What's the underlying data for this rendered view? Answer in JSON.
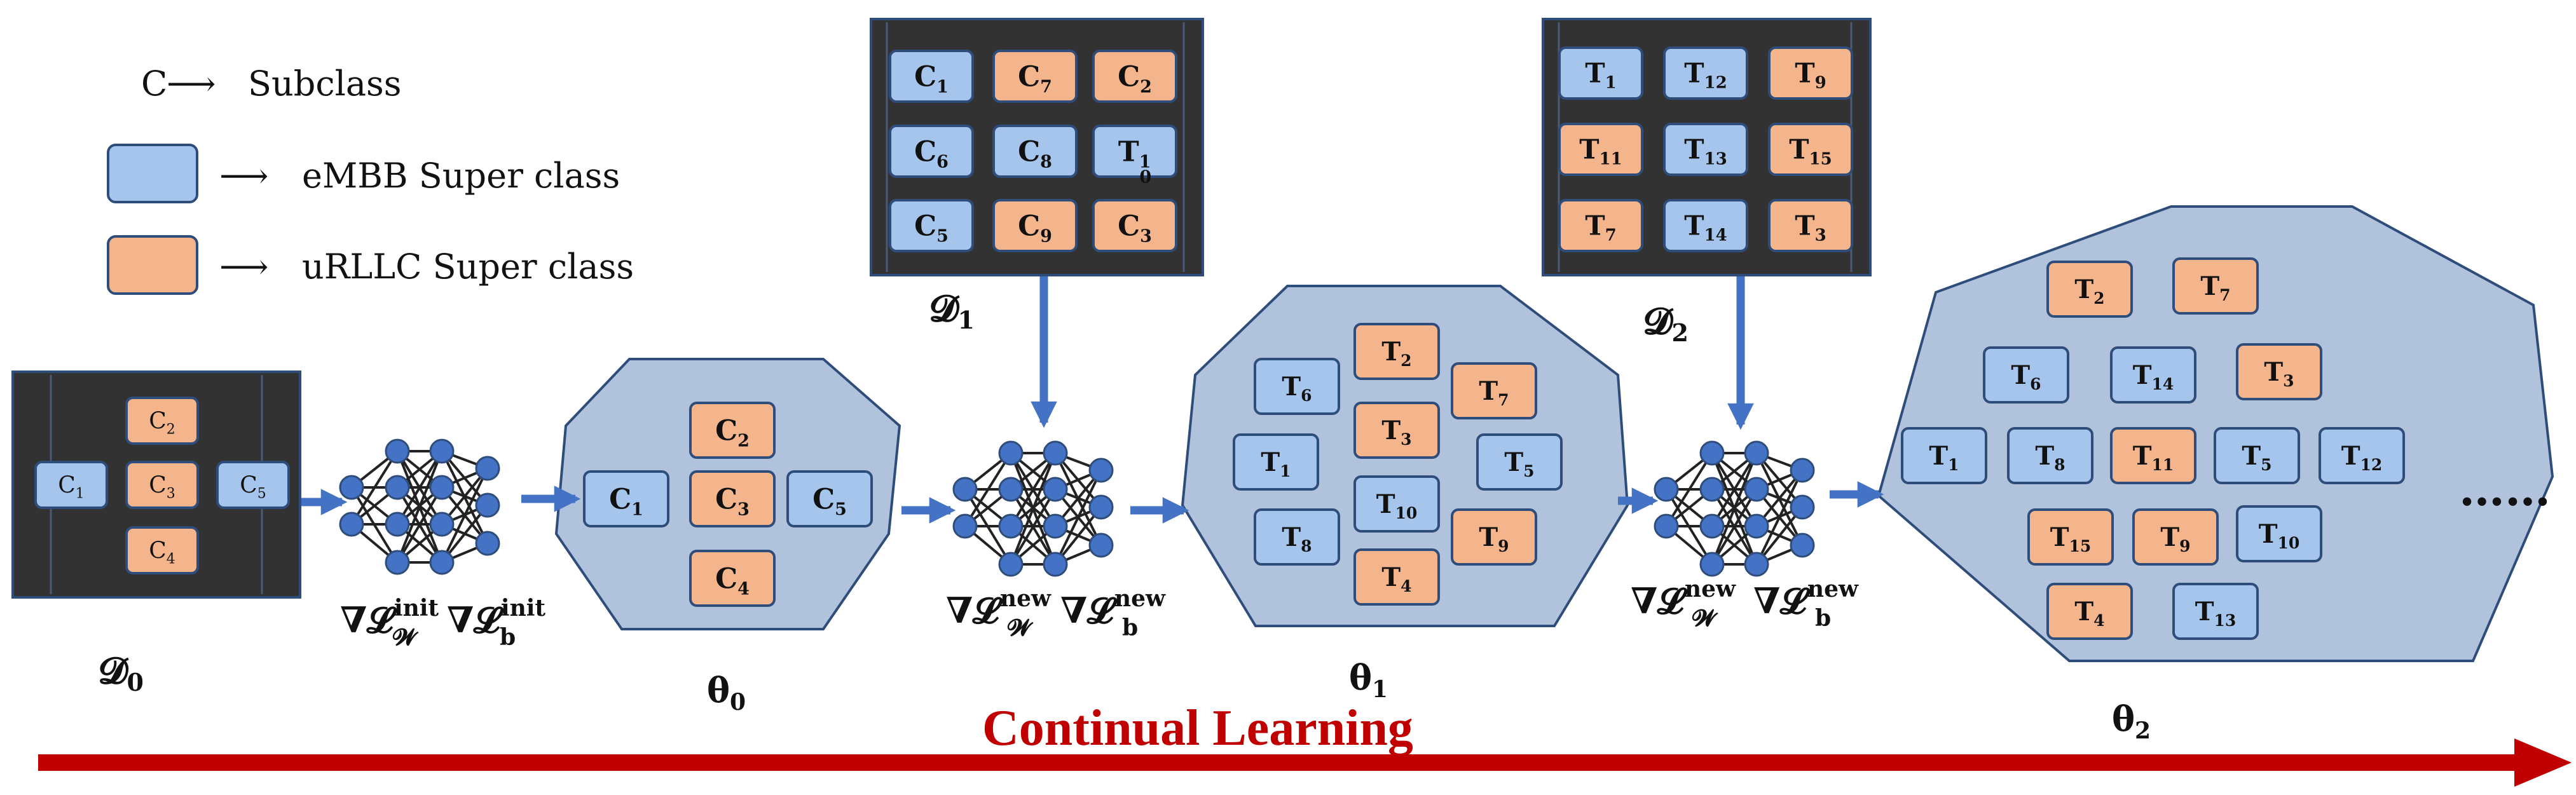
{
  "colors": {
    "embb": "#a6c5ec",
    "urllc": "#f5b58c",
    "tile_border": "#2f4d7a",
    "dark_bg": "#323232",
    "octagon_fill": "#b1c2dc",
    "octagon_border": "#2f4d7a",
    "arrow_blue": "#4472c4",
    "node": "#4472c4",
    "edge": "#222222",
    "timeline": "#c00000"
  },
  "legend": {
    "subclass_key": "C",
    "subclass_text": "Subclass",
    "embb_text": "eMBB Super class",
    "urllc_text": "uRLLC Super class"
  },
  "datasets": [
    {
      "id": "d0",
      "label_base": "𝓓",
      "label_sub": "0",
      "tiles": [
        {
          "b": "C",
          "s": "2",
          "k": "urllc"
        },
        {
          "b": "C",
          "s": "1",
          "k": "embb"
        },
        {
          "b": "C",
          "s": "3",
          "k": "urllc"
        },
        {
          "b": "C",
          "s": "5",
          "k": "embb"
        },
        {
          "b": "C",
          "s": "4",
          "k": "urllc"
        }
      ]
    },
    {
      "id": "d1",
      "label_base": "𝓓",
      "label_sub": "1",
      "tiles": [
        {
          "b": "C",
          "s": "1",
          "k": "embb"
        },
        {
          "b": "C",
          "s": "7",
          "k": "urllc"
        },
        {
          "b": "C",
          "s": "2",
          "k": "urllc"
        },
        {
          "b": "C",
          "s": "6",
          "k": "embb"
        },
        {
          "b": "C",
          "s": "8",
          "k": "embb"
        },
        {
          "b": "T",
          "s": "1",
          "s2": "0",
          "k": "embb"
        },
        {
          "b": "C",
          "s": "5",
          "k": "embb"
        },
        {
          "b": "C",
          "s": "9",
          "k": "urllc"
        },
        {
          "b": "C",
          "s": "3",
          "k": "urllc"
        }
      ]
    },
    {
      "id": "d2",
      "label_base": "𝓓",
      "label_sub": "2",
      "tiles": [
        {
          "b": "T",
          "s": "1",
          "k": "embb"
        },
        {
          "b": "T",
          "s": "12",
          "k": "embb"
        },
        {
          "b": "T",
          "s": "9",
          "k": "urllc"
        },
        {
          "b": "T",
          "s": "11",
          "k": "urllc"
        },
        {
          "b": "T",
          "s": "13",
          "k": "embb"
        },
        {
          "b": "T",
          "s": "15",
          "k": "urllc"
        },
        {
          "b": "T",
          "s": "7",
          "k": "urllc"
        },
        {
          "b": "T",
          "s": "14",
          "k": "embb"
        },
        {
          "b": "T",
          "s": "3",
          "k": "urllc"
        }
      ]
    }
  ],
  "networks": [
    {
      "id": "net0",
      "grad_w": "∇𝓛",
      "sub_w": "𝓦",
      "sup_w": "init",
      "grad_b": "∇𝓛",
      "sub_b": "b",
      "sup_b": "init"
    },
    {
      "id": "net1",
      "grad_w": "∇𝓛",
      "sub_w": "𝓦",
      "sup_w": "new",
      "grad_b": "∇𝓛",
      "sub_b": "b",
      "sup_b": "new"
    },
    {
      "id": "net2",
      "grad_w": "∇𝓛",
      "sub_w": "𝓦",
      "sup_w": "new",
      "grad_b": "∇𝓛",
      "sub_b": "b",
      "sup_b": "new"
    }
  ],
  "models": [
    {
      "id": "m0",
      "label_base": "θ",
      "label_sub": "0",
      "tiles": [
        {
          "b": "C",
          "s": "2",
          "k": "urllc"
        },
        {
          "b": "C",
          "s": "1",
          "k": "embb"
        },
        {
          "b": "C",
          "s": "3",
          "k": "urllc"
        },
        {
          "b": "C",
          "s": "5",
          "k": "embb"
        },
        {
          "b": "C",
          "s": "4",
          "k": "urllc"
        }
      ]
    },
    {
      "id": "m1",
      "label_base": "θ",
      "label_sub": "1",
      "tiles": [
        {
          "b": "T",
          "s": "2",
          "k": "urllc"
        },
        {
          "b": "T",
          "s": "6",
          "k": "embb"
        },
        {
          "b": "T",
          "s": "7",
          "k": "urllc"
        },
        {
          "b": "T",
          "s": "3",
          "k": "urllc"
        },
        {
          "b": "T",
          "s": "1",
          "k": "embb"
        },
        {
          "b": "T",
          "s": "5",
          "k": "embb"
        },
        {
          "b": "T",
          "s": "10",
          "k": "embb"
        },
        {
          "b": "T",
          "s": "8",
          "k": "embb"
        },
        {
          "b": "T",
          "s": "9",
          "k": "urllc"
        },
        {
          "b": "T",
          "s": "4",
          "k": "urllc"
        }
      ]
    },
    {
      "id": "m2",
      "label_base": "θ",
      "label_sub": "2",
      "tiles": [
        {
          "b": "T",
          "s": "2",
          "k": "urllc"
        },
        {
          "b": "T",
          "s": "7",
          "k": "urllc"
        },
        {
          "b": "T",
          "s": "6",
          "k": "embb"
        },
        {
          "b": "T",
          "s": "14",
          "k": "embb"
        },
        {
          "b": "T",
          "s": "3",
          "k": "urllc"
        },
        {
          "b": "T",
          "s": "1",
          "k": "embb"
        },
        {
          "b": "T",
          "s": "8",
          "k": "embb"
        },
        {
          "b": "T",
          "s": "11",
          "k": "urllc"
        },
        {
          "b": "T",
          "s": "5",
          "k": "embb"
        },
        {
          "b": "T",
          "s": "12",
          "k": "embb"
        },
        {
          "b": "T",
          "s": "15",
          "k": "urllc"
        },
        {
          "b": "T",
          "s": "9",
          "k": "urllc"
        },
        {
          "b": "T",
          "s": "10",
          "k": "embb"
        },
        {
          "b": "T",
          "s": "4",
          "k": "urllc"
        },
        {
          "b": "T",
          "s": "13",
          "k": "embb"
        }
      ]
    }
  ],
  "continual_learning": "Continual Learning",
  "ellipsis": "……"
}
